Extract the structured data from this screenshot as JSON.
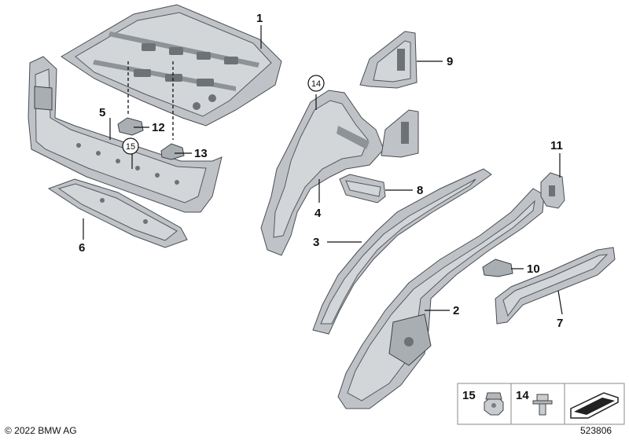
{
  "copyright": "© 2022 BMW AG",
  "diagram_number": "523806",
  "callouts": [
    "1",
    "2",
    "3",
    "4",
    "5",
    "6",
    "7",
    "8",
    "9",
    "10",
    "11",
    "12",
    "13"
  ],
  "circled_callouts": [
    "14",
    "15"
  ],
  "legend": [
    {
      "number": "15",
      "icon": "hex-nut-icon"
    },
    {
      "number": "14",
      "icon": "bolt-icon"
    },
    {
      "number": "",
      "icon": "part-silhouette-icon"
    }
  ]
}
